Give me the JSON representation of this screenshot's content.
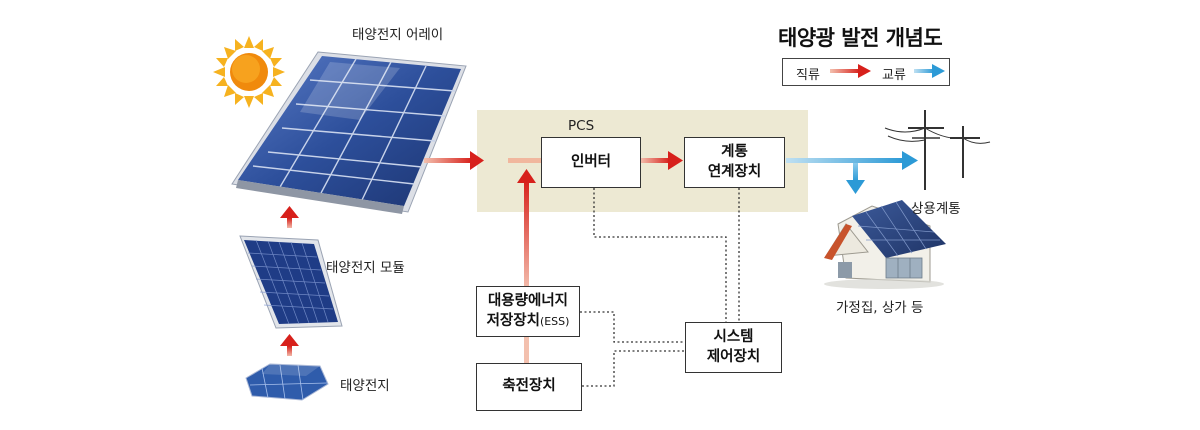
{
  "diagram": {
    "title": "태양광 발전 개념도",
    "legend": {
      "dc_label": "직류",
      "ac_label": "교류",
      "dc_color": "#d7201b",
      "ac_color": "#2c9ad6"
    },
    "labels": {
      "solar_array": "태양전지 어레이",
      "solar_module": "태양전지 모듈",
      "solar_cell": "태양전지",
      "pcs": "PCS",
      "utility_grid": "상용계통",
      "homes": "가정집, 상가 등"
    },
    "boxes": {
      "inverter": "인버터",
      "grid_link_1": "계통",
      "grid_link_2": "연계장치",
      "ess_1": "대용량에너지",
      "ess_2": "저장장치",
      "ess_suffix": "(ESS)",
      "storage": "축전장치",
      "control_1": "시스템",
      "control_2": "제어장치"
    },
    "colors": {
      "pcs_bg": "#ede9d3",
      "panel_blue": "#2d4f9b",
      "sun": "#f49a10"
    }
  }
}
